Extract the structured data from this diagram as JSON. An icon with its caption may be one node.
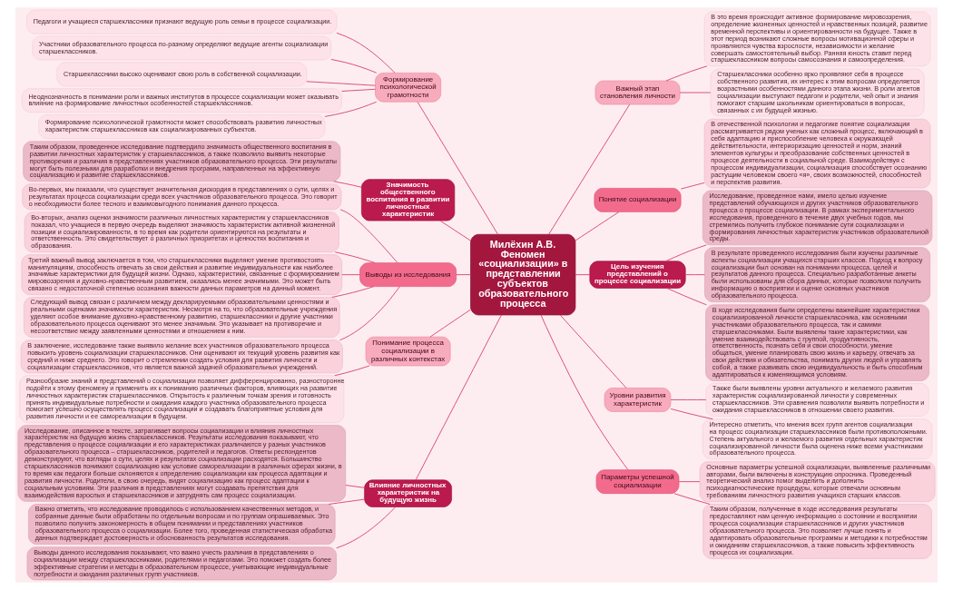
{
  "diagram": {
    "nodes": [
      {
        "text": [
          "Милёхин А.В. Феномен «социализации» в представлении субъектов образовательного процесса"
        ]
      },
      {
        "text": [
          "Формирование психологической грамотности"
        ]
      },
      {
        "text": [
          "Педагоги и учащиеся старшеклассники признают ведущую роль семьи в процессе социализации."
        ]
      },
      {
        "text": [
          "Участники образовательного процесса по-разному определяют ведущие агенты социализации старшеклассников."
        ]
      },
      {
        "text": [
          "Старшеклассники высоко оценивают свою роль в собственной социализации."
        ]
      },
      {
        "text": [
          "Неоднозначность в понимании роли и важных институтов в процессе социализации может оказывать влияние на формирование личностных особенностей старшеклассников."
        ]
      },
      {
        "text": [
          "Формирование психологической грамотности может способствовать развитию личностных характеристик старшеклассников как социализированных субъектов."
        ]
      },
      {
        "text": [
          "Значимость общественного воспитания в развитии личностных характеристик"
        ]
      },
      {
        "text": [
          "Таким образом, проведенное исследование подтвердило значимость общественного воспитания в развитии личностных характеристик у старшеклассников, а также позволило выявить некоторые противоречия и различия в представлениях участников образовательного процесса. Эти результаты могут быть полезными для разработки и внедрения программ, направленных на эффективную социализацию и развитие старшеклассников."
        ]
      },
      {
        "text": [
          "Выводы из исследования"
        ]
      },
      {
        "text": [
          "Во-первых, мы показали, что существует значительная дискордия в представлениях о сути, целях и результатах процесса социализации среди всех участников образовательного процесса. Это говорит о необходимости более тесного и взаимовыгодного понимания данного процесса."
        ]
      },
      {
        "text": [
          "Во-вторых, анализ оценки значимости различных личностных характеристик у старшеклассников показал, что учащиеся в первую очередь выделяют значимость характеристик активной жизненной позиции и социализированности, в то время как родители ориентируются на результаты и ответственность. Это свидетельствует о различных приоритетах и ценностях воспитания и образования."
        ]
      },
      {
        "text": [
          "Третий важный вывод заключается в том, что старшеклассники выделяют умение противостоять манипуляциям, способность отвечать за свои действия и развитие индивидуальности как наиболее значимые характеристики для будущей жизни. Однако, характеристики, связанные с формированием мировоззрения и духовно-нравственным развитием, оказались менее значимыми. Это может быть связано с недостаточной степенью осознания важности данных параметров на данный момент."
        ]
      },
      {
        "text": [
          "Следующий вывод связан с различием между декларируемыми образовательными ценностями и реальными оценками значимости характеристик. Несмотря на то, что образовательные учреждения уделяют особое внимание духовно-нравственному развитию, старшеклассники и другие участники образовательного процесса оценивают это менее значимым. Это указывает на противоречие и несоответствие между заявленными ценностями и отношением к ним."
        ]
      },
      {
        "text": [
          "В заключение, исследование также выявило желание всех участников образовательного процесса повысить уровень социализации старшеклассников. Они оценивают их текущий уровень развития как средний и ниже среднего. Это говорит о стремлении создать условия для развития личности и социализации старшеклассников, что является важной задачей образовательных учреждений."
        ]
      },
      {
        "text": [
          "Понимание процесса социализации в различных контекстах"
        ]
      },
      {
        "text": [
          "Разнообразие знаний и представлений о социализации позволяет дифференцированно, разносторонне подойти к этому феномену и применить их к пониманию различных факторов, влияющих на развитие личностных характеристик старшеклассников. Открытость к различным точкам зрения и готовность принять индивидуальные потребности и ожидания каждого участника образовательного процесса помогает успешно осуществлять процесс социализации и создавать благоприятные условия для развития личности и ее самореализации в будущем."
        ]
      },
      {
        "text": [
          "Влияние личностных характеристик на будущую жизнь"
        ]
      },
      {
        "text": [
          "Исследование, описанное в тексте, затрагивает вопросы социализации и влияния личностных характеристик на будущую жизнь старшеклассников. Результаты исследования показывают, что представления о процессе социализации и его характеристиках различаются у разных участников образовательного процесса – старшеклассников, родителей и педагогов. Ответы респондентов демонстрируют, что взгляды о сути, целях и результатах социализации расходятся. Большинство старшеклассников понимают социализацию как условие самореализации в различных сферах жизни, в то время как педагоги больше склоняются к определению социализации как процесса адаптации и развития личности. Родители, в свою очередь, видят социализацию как процесс адаптации к социальным условиям. Эти различия в представлениях могут создавать препятствия для взаимодействия взрослых и старшеклассников и затруднять сам процесс социализации."
        ]
      },
      {
        "text": [
          "Важно отметить, что исследование проводилось с использованием качественных методов, и собранные данные были обработаны по отдельным вопросам и по группам опрашиваемых. Это позволило получить закономерность в общем понимании и представлениях участников образовательного процесса о социализации. Более того, проведенная статистическая обработка данных подтверждает достоверность и обоснованность результатов исследования."
        ]
      },
      {
        "text": [
          "Выводы данного исследования показывают, что важно учесть различия в представлениях о социализации между старшеклассниками, родителями и педагогами. Это поможет создать более эффективные стратегии и методы в образовательном процессе, учитывающие индивидуальные потребности и ожидания различных групп участников."
        ]
      },
      {
        "text": [
          "Важный этап становления личности"
        ]
      },
      {
        "text": [
          "В это время происходит активное формирование мировоззрения, определение жизненных ценностей и нравственных позиций, развитие временной перспективы и ориентированности на будущее. Также в этот период возникают сложные вопросы мотивационной сферы и проявляются чувства взрослости, независимости и желание совершать самостоятельный выбор. Ранняя юность ставит перед старшеклассником вопросы самосознания и самоопределения."
        ]
      },
      {
        "text": [
          "Старшеклассники особенно ярко проявляют себя в процессе собственного развития, их интерес к этим вопросам определяется возрастными особенностями данного этапа жизни. В роли агентов социализации выступают педагоги и родители, чей опыт и знания помогают старшим школьникам ориентироваться в вопросах, связанных с их будущей жизнью."
        ]
      },
      {
        "text": [
          "Понятие социализации"
        ]
      },
      {
        "text": [
          "В отечественной психологии и педагогике понятие социализации рассматривается рядом ученых как сложный процесс, включающий в себя адаптацию и приспособление человека к окружающей действительности, интериоризацию ценностей и норм, знаний элементов культуры и преобразование собственных ценностей в процессе деятельности в социальной среде. Взаимодействуя с процессом индивидуализации, социализация способствует осознанию растущим человеком своего «я», своих возможностей, способностей и перспектив развития."
        ]
      },
      {
        "text": [
          "Цель изучения представлений о процессе социализации"
        ]
      },
      {
        "text": [
          "Исследование, проведенное нами, имело целью изучение представлений обучающихся и других участников образовательного процесса о процессе социализации. В рамках экспериментального исследования, проведенного в течение двух учебных годов, мы стремились получить глубокое понимание сути социализации и формирования личностных характеристик участников образовательной среды."
        ]
      },
      {
        "text": [
          "В результате проведенного исследования были изучены различные аспекты социализации учащихся старших классов. Подход к вопросу социализации был основан на понимании процесса, целей и результатов данного процесса. Специально разработанные анкеты были использованы для сбора данных, которые позволили получить информацию о восприятии и оценке основных участников образовательного процесса."
        ]
      },
      {
        "text": [
          "В ходе исследования были определены важнейшие характеристики социализированной личности старшеклассника, как основными участниками образовательного процесса, так и самими старшеклассниками. Были выявлены такие характеристики, как умение взаимодействовать с группой, продуктивность, ответственность, познать себя и свои способности, умение общаться, умение планировать свою жизнь и карьеру, отвечать за свои действия и обязательства, понимать других людей и управлять собой, а также развивать свою индивидуальность и быть способным адаптироваться к изменяющимся условиям."
        ]
      },
      {
        "text": [
          "Уровни развития характеристик"
        ]
      },
      {
        "text": [
          "Также были выявлены уровни актуального и желаемого развития характеристик социализированной личности у современных старшеклассников. Эти сравнения позволили выявить потребности и ожидания старшеклассников в отношении своего развития."
        ]
      },
      {
        "text": [
          "Интересно отметить, что мнения всех групп агентов социализации на процесс социализации старшеклассников были противоположными. Степень актуального и желаемого развития отдельных характеристик социализированной личности была оценена ниже всеми участниками образовательного процесса."
        ]
      },
      {
        "text": [
          "Параметры успешной социализации"
        ]
      },
      {
        "text": [
          "Основные параметры успешной социализации, выявленные различными авторами, были включены в конструкцию опросника. Проведенный теоретический анализ помог выделить и дополнить психодиагностические процедуры, которые отвечали основным требованиям личностного развития учащихся старших классов."
        ]
      },
      {
        "text": [
          "Таким образом, полученные в ходе исследования результаты предоставляют нам ценную информацию о состоянии и восприятии процесса социализации старшеклассников и других участников образовательного процесса. Это позволяет лучше понять и адаптировать образовательные программы и методики к потребностям и ожиданиям старшеклассников, а также повысить эффективность процесса их социализации."
        ]
      }
    ],
    "edges": [
      {
        "from": 0,
        "to": 1,
        "arrow": "none"
      },
      {
        "from": 1,
        "to": 2,
        "arrow": "none"
      },
      {
        "from": 1,
        "to": 3,
        "arrow": "none"
      },
      {
        "from": 1,
        "to": 4,
        "arrow": "none"
      },
      {
        "from": 1,
        "to": 5,
        "arrow": "none"
      },
      {
        "from": 1,
        "to": 6,
        "arrow": "none"
      },
      {
        "from": 0,
        "to": 7,
        "arrow": "none"
      },
      {
        "from": 7,
        "to": 8,
        "arrow": "none"
      },
      {
        "from": 0,
        "to": 9,
        "arrow": "none"
      },
      {
        "from": 9,
        "to": 10,
        "arrow": "none"
      },
      {
        "from": 9,
        "to": 11,
        "arrow": "none"
      },
      {
        "from": 9,
        "to": 12,
        "arrow": "none"
      },
      {
        "from": 9,
        "to": 13,
        "arrow": "none"
      },
      {
        "from": 9,
        "to": 14,
        "arrow": "none"
      },
      {
        "from": 0,
        "to": 15,
        "arrow": "none"
      },
      {
        "from": 15,
        "to": 16,
        "arrow": "none"
      },
      {
        "from": 0,
        "to": 17,
        "arrow": "none"
      },
      {
        "from": 17,
        "to": 18,
        "arrow": "none"
      },
      {
        "from": 17,
        "to": 19,
        "arrow": "none"
      },
      {
        "from": 17,
        "to": 20,
        "arrow": "none"
      },
      {
        "from": 0,
        "to": 21,
        "arrow": "none"
      },
      {
        "from": 21,
        "to": 22,
        "arrow": "none"
      },
      {
        "from": 21,
        "to": 23,
        "arrow": "none"
      },
      {
        "from": 0,
        "to": 24,
        "arrow": "none"
      },
      {
        "from": 24,
        "to": 25,
        "arrow": "none"
      },
      {
        "from": 0,
        "to": 26,
        "arrow": "none"
      },
      {
        "from": 26,
        "to": 27,
        "arrow": "none"
      },
      {
        "from": 26,
        "to": 28,
        "arrow": "none"
      },
      {
        "from": 26,
        "to": 29,
        "arrow": "none"
      },
      {
        "from": 0,
        "to": 30,
        "arrow": "none"
      },
      {
        "from": 30,
        "to": 31,
        "arrow": "none"
      },
      {
        "from": 30,
        "to": 32,
        "arrow": "none"
      },
      {
        "from": 0,
        "to": 33,
        "arrow": "none"
      },
      {
        "from": 33,
        "to": 34,
        "arrow": "none"
      },
      {
        "from": 33,
        "to": 35,
        "arrow": "none"
      }
    ]
  }
}
